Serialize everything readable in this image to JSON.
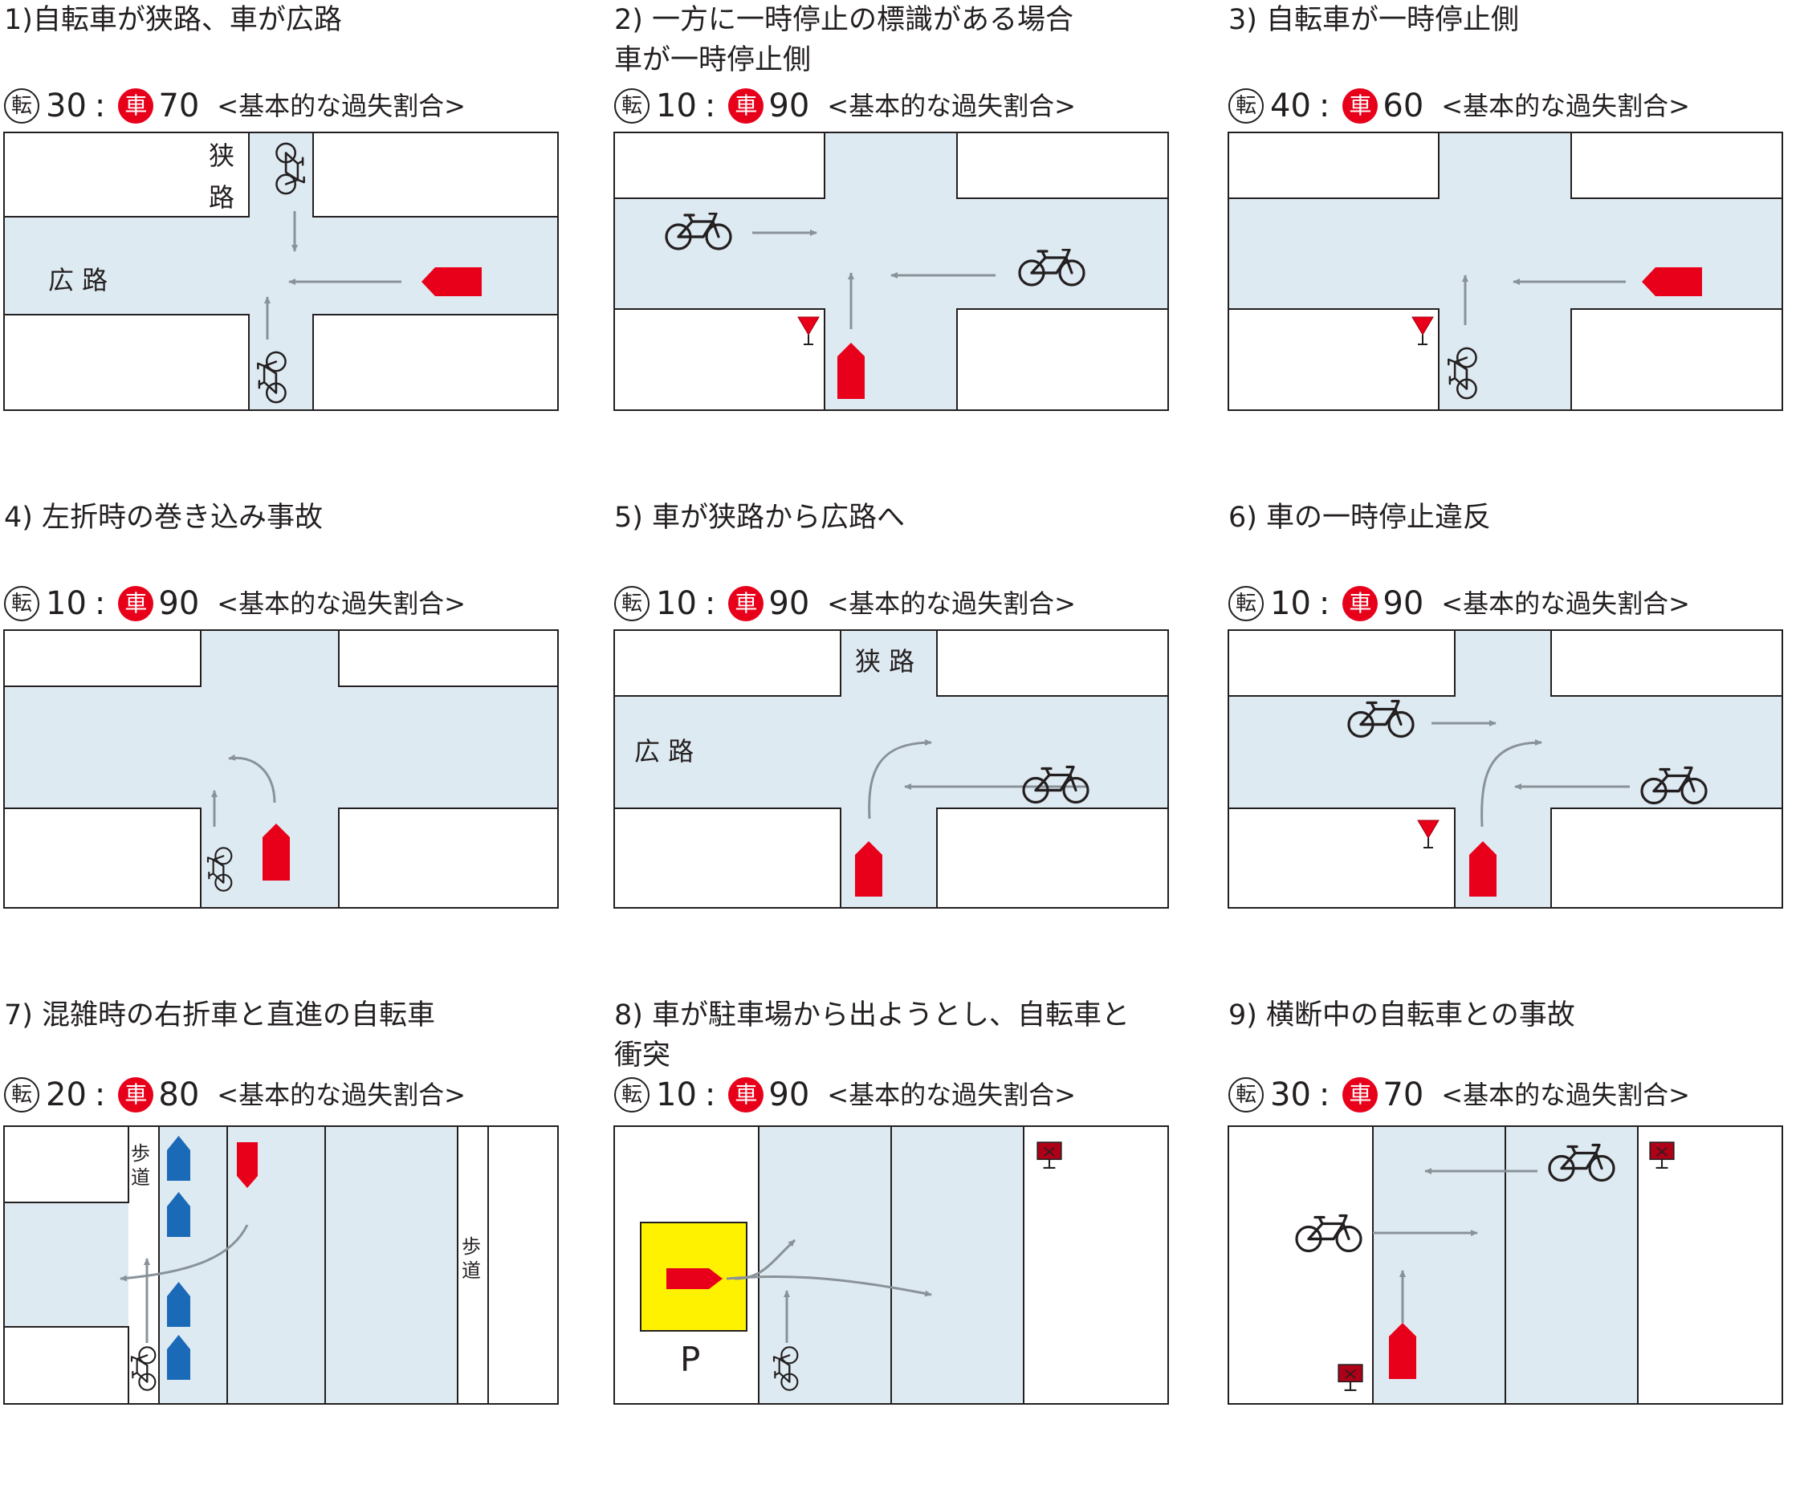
{
  "colors": {
    "road": "#deeaf1",
    "car": "#e8001a",
    "other_car": "#1a6ab8",
    "arrow": "#8a9299",
    "parking": "#fff200",
    "text": "#231f20"
  },
  "legend": {
    "bike_symbol": "転",
    "car_symbol": "車",
    "basic_ratio_label": "<基本的な過失割合>"
  },
  "panels": [
    {
      "title_lines": [
        "1)自転車が狭路、車が広路"
      ],
      "bike": "30",
      "car": "70",
      "labels": {
        "narrow1": "狭",
        "narrow2": "路",
        "wide": "広 路"
      }
    },
    {
      "title_lines": [
        "2) 一方に一時停止の標識がある場合",
        "   車が一時停止側"
      ],
      "bike": "10",
      "car": "90"
    },
    {
      "title_lines": [
        "3) 自転車が一時停止側"
      ],
      "bike": "40",
      "car": "60"
    },
    {
      "title_lines": [
        "4) 左折時の巻き込み事故"
      ],
      "bike": "10",
      "car": "90"
    },
    {
      "title_lines": [
        "5) 車が狭路から広路へ"
      ],
      "bike": "10",
      "car": "90",
      "labels": {
        "narrow": "狭 路",
        "wide": "広 路"
      }
    },
    {
      "title_lines": [
        "6) 車の一時停止違反"
      ],
      "bike": "10",
      "car": "90"
    },
    {
      "title_lines": [
        "7) 混雑時の右折車と直進の自転車"
      ],
      "bike": "20",
      "car": "80",
      "labels": {
        "sidewalk1a": "歩",
        "sidewalk1b": "道",
        "sidewalk2a": "歩",
        "sidewalk2b": "道"
      }
    },
    {
      "title_lines": [
        "8) 車が駐車場から出ようとし、自転車と",
        "   衝突"
      ],
      "bike": "10",
      "car": "90",
      "labels": {
        "parking": "P"
      }
    },
    {
      "title_lines": [
        "9) 横断中の自転車との事故"
      ],
      "bike": "30",
      "car": "70"
    }
  ]
}
